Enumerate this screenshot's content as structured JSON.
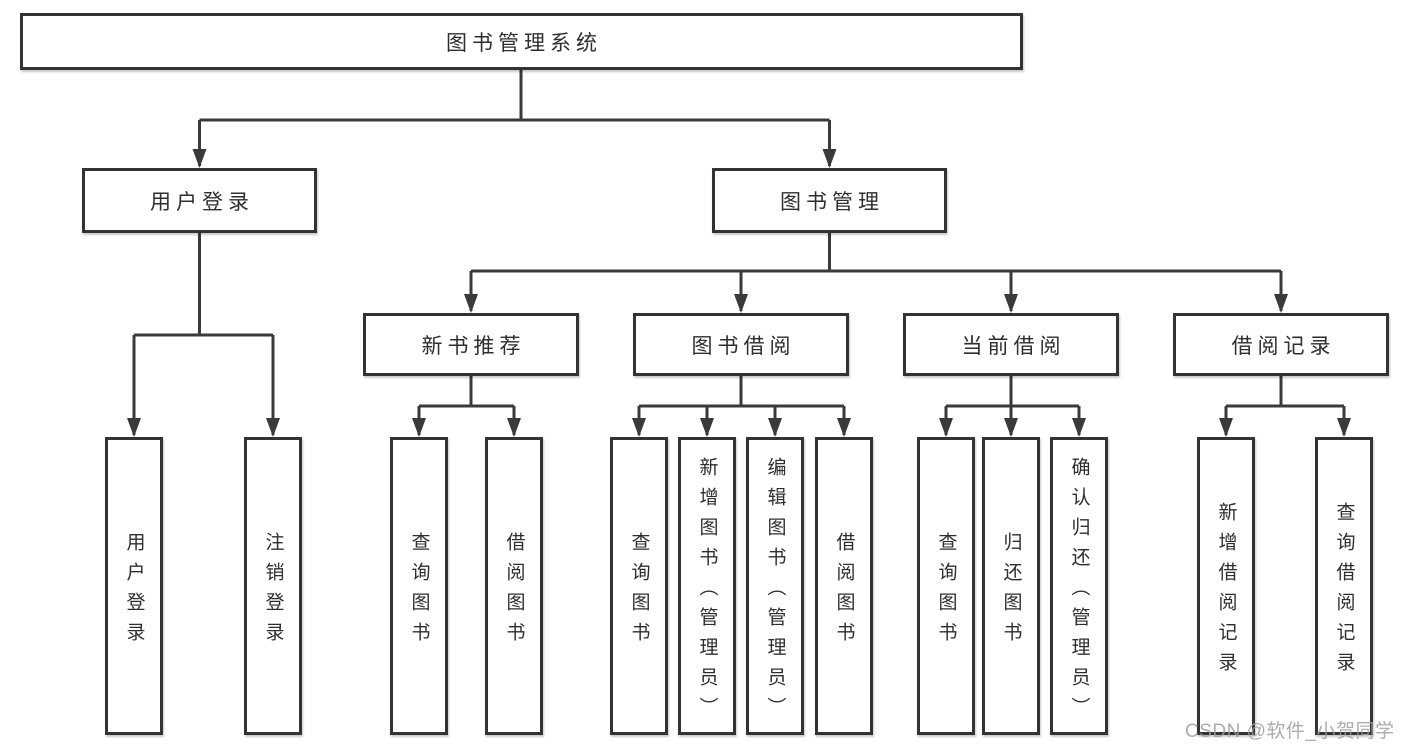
{
  "diagram": {
    "title_note": "functional structure chart",
    "root": {
      "label": "图书管理系统"
    },
    "branches": [
      {
        "label": "用户登录",
        "children": [
          {
            "label": "用户登录"
          },
          {
            "label": "注销登录"
          }
        ]
      },
      {
        "label": "图书管理",
        "children": [
          {
            "label": "新书推荐",
            "children": [
              {
                "label": "查询图书"
              },
              {
                "label": "借阅图书"
              }
            ]
          },
          {
            "label": "图书借阅",
            "children": [
              {
                "label": "查询图书"
              },
              {
                "label": "新增图书（管理员）"
              },
              {
                "label": "编辑图书（管理员）"
              },
              {
                "label": "借阅图书"
              }
            ]
          },
          {
            "label": "当前借阅",
            "children": [
              {
                "label": "查询图书"
              },
              {
                "label": "归还图书"
              },
              {
                "label": "确认归还（管理员）"
              }
            ]
          },
          {
            "label": "借阅记录",
            "children": [
              {
                "label": "新增借阅记录"
              },
              {
                "label": "查询借阅记录"
              }
            ]
          }
        ]
      }
    ]
  },
  "watermark": {
    "text": "CSDN @软件_小贺同学"
  },
  "colors": {
    "line": "#3a3a3a",
    "box_border": "#333333",
    "text": "#2e2e2e",
    "watermark": "#9e9e9e",
    "background": "#ffffff"
  }
}
